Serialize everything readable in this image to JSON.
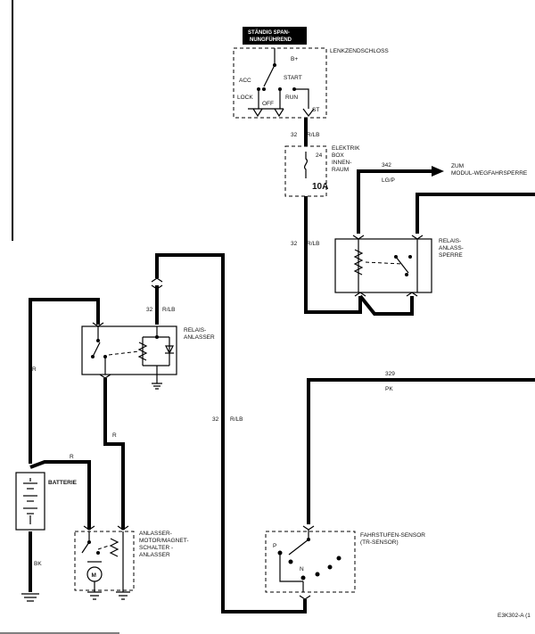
{
  "ignition": {
    "header_line1": "STÄNDIG SPAN-",
    "header_line2": "NUNGFÜHREND",
    "title": "LENKZENDSCHLOSS",
    "b_plus": "B+",
    "acc": "ACC",
    "lock": "LOCK",
    "off": "OFF",
    "start": "START",
    "run": "RUN",
    "st": "ST"
  },
  "wires": {
    "w32_top": "32",
    "w32_top_color": "R/LB",
    "w32_mid": "32",
    "w32_mid_color": "R/LB",
    "w32_left": "32",
    "w32_left_color": "R/LB",
    "w32_long": "32",
    "w32_long_color": "R/LB",
    "w342": "342",
    "w342_color": "LG/P",
    "w329": "329",
    "w329_color": "PK",
    "r_top": "R",
    "r_left": "R",
    "r_mid": "R",
    "bk": "BK"
  },
  "fusebox": {
    "title_line1": "ELEKTRIK",
    "title_line2": "BOX",
    "title_line3": "INNEN-",
    "title_line4": "RAUM",
    "fuse_number": "24",
    "fuse_rating": "10A"
  },
  "module": {
    "line1": "ZUM",
    "line2": "MODUL-WEGFAHRSPERRE"
  },
  "relay_block": {
    "line1": "RELAIS-",
    "line2": "ANLASS-",
    "line3": "SPERRE"
  },
  "starter_relay": {
    "line1": "RELAIS-",
    "line2": "ANLASSER"
  },
  "battery": {
    "label": "BATTERIE"
  },
  "starter_motor": {
    "line1": "ANLASSER-",
    "line2": "MOTOR/MAGNET-",
    "line3": "SCHALTER -",
    "line4": "ANLASSER",
    "motor_symbol": "M"
  },
  "sensor": {
    "line1": "FAHRSTUFEN-SENSOR",
    "line2": "(TR-SENSOR)",
    "p": "P",
    "n": "N"
  },
  "figure_id": "E3K302-A (1"
}
